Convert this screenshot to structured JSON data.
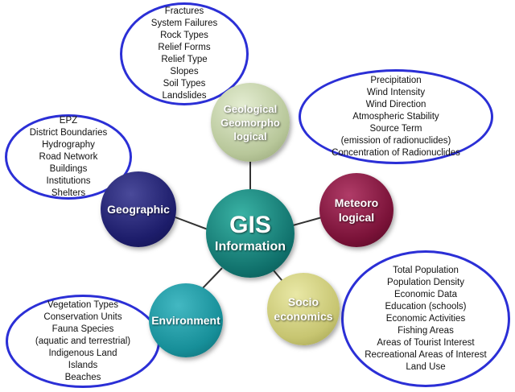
{
  "center": {
    "title": "GIS",
    "subtitle": "Information"
  },
  "categories": [
    {
      "id": "geological",
      "label": "Geological\nGeomorpho\nlogical",
      "color": "#b8c79a",
      "items": [
        "Fractures",
        "System Failures",
        "Rock Types",
        "Relief Forms",
        "Relief Type",
        "Slopes",
        "Soil Types",
        "Landslides"
      ]
    },
    {
      "id": "meteoro",
      "label": "Meteoro\nlogical",
      "color": "#7a1238",
      "items": [
        "Precipitation",
        "Wind Intensity",
        "Wind Direction",
        "Atmospheric Stability",
        "Source Term",
        "(emission of radionuclides)",
        "Concentration of Radionuclides"
      ]
    },
    {
      "id": "socio",
      "label": "Socio\neconomics",
      "color": "#c7c571",
      "items": [
        "Total Population",
        "Population Density",
        "Economic Data",
        "Education (schools)",
        "Economic Activities",
        "Fishing Areas",
        "Areas of Tourist Interest",
        "Recreational Areas of Interest",
        "Land Use"
      ]
    },
    {
      "id": "environment",
      "label": "Environment",
      "color": "#178f99",
      "items": [
        "Vegetation Types",
        "Conservation Units",
        "Fauna Species",
        "(aquatic and terrestrial)",
        "Indigenous Land",
        "Islands",
        "Beaches"
      ]
    },
    {
      "id": "geographic",
      "label": "Geographic",
      "color": "#1d1d6b",
      "items": [
        "EPZ",
        "District Boundaries",
        "Hydrography",
        "Road Network",
        "Buildings",
        "Institutions",
        "Shelters"
      ]
    }
  ]
}
